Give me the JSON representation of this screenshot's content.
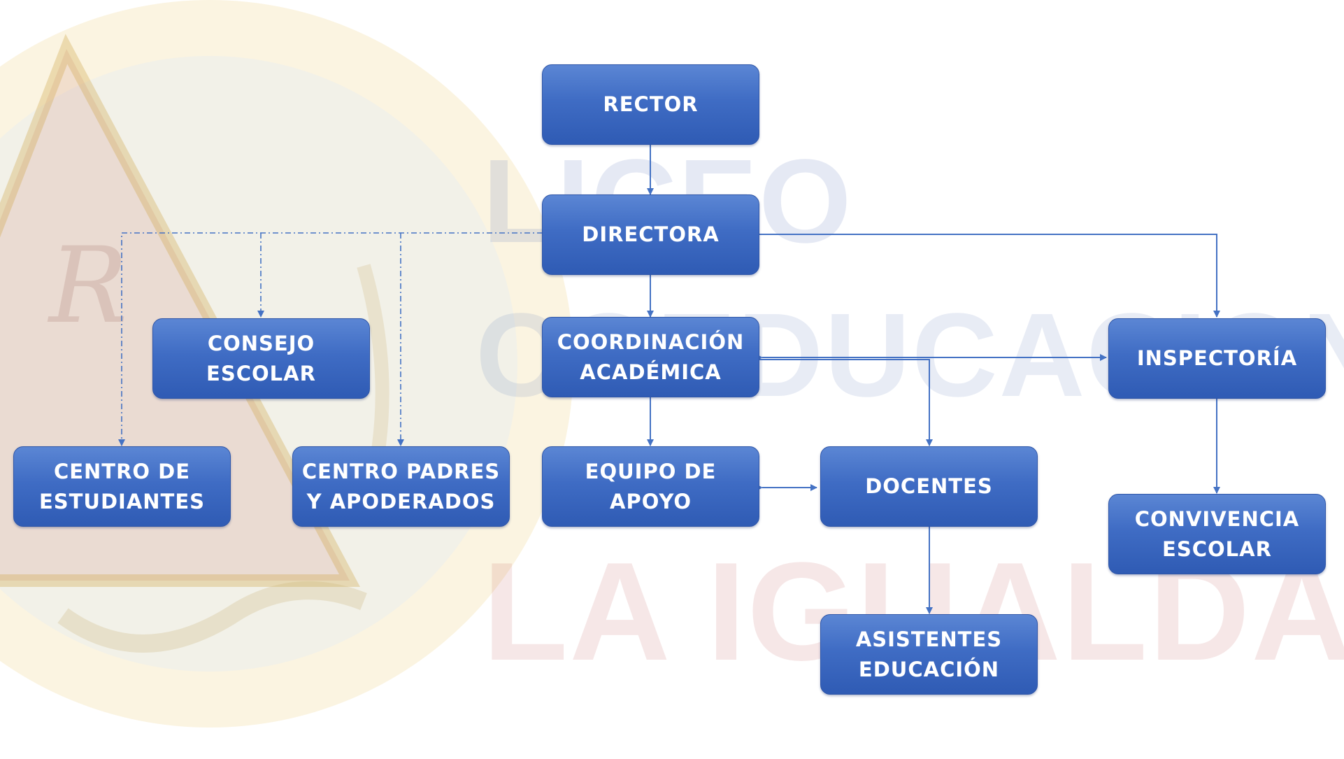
{
  "watermark": {
    "line1": "LICEO",
    "line2": "COEDUCACIONA",
    "line3": "LA IGUALDA"
  },
  "colors": {
    "node_top": "#5b86d4",
    "node_bottom": "#2f5bb4",
    "connector": "#4472c4",
    "text": "#ffffff"
  },
  "nodes": {
    "rector": {
      "lines": [
        "RECTOR"
      ]
    },
    "directora": {
      "lines": [
        "DIRECTORA"
      ]
    },
    "consejo_escolar": {
      "lines": [
        "CONSEJO",
        "ESCOLAR"
      ]
    },
    "coordinacion_academica": {
      "lines": [
        "COORDINACIÓN",
        "ACADÉMICA"
      ]
    },
    "inspectoria": {
      "lines": [
        "INSPECTORÍA"
      ]
    },
    "centro_estudiantes": {
      "lines": [
        "CENTRO DE",
        "ESTUDIANTES"
      ]
    },
    "centro_padres": {
      "lines": [
        "CENTRO PADRES",
        "Y APODERADOS"
      ]
    },
    "equipo_apoyo": {
      "lines": [
        "EQUIPO DE",
        "APOYO"
      ]
    },
    "docentes": {
      "lines": [
        "DOCENTES"
      ]
    },
    "convivencia_escolar": {
      "lines": [
        "CONVIVENCIA",
        "ESCOLAR"
      ]
    },
    "asistentes_educacion": {
      "lines": [
        "ASISTENTES",
        "EDUCACIÓN"
      ]
    }
  }
}
